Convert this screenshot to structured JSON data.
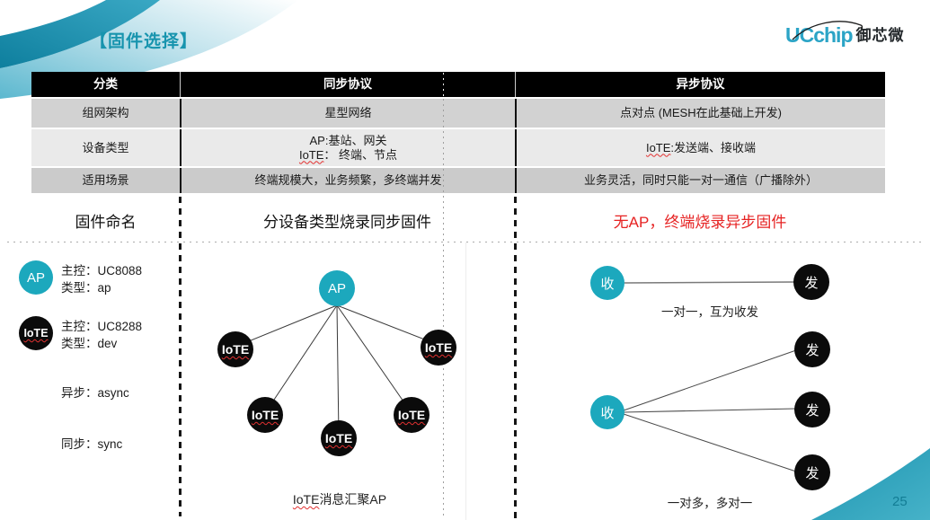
{
  "page": {
    "title": "【固件选择】",
    "page_number": "25"
  },
  "logo": {
    "brand": "UCchip",
    "brand_cn": "御芯微"
  },
  "colors": {
    "accent_teal": "#1ca8bd",
    "highlight_red": "#e62222",
    "header_black": "#000000"
  },
  "table": {
    "headers": [
      "分类",
      "同步协议",
      "异步协议"
    ],
    "rows": [
      {
        "label": "组网架构",
        "sync": "星型网络",
        "async": "点对点 (MESH在此基础上开发)"
      },
      {
        "label": "设备类型",
        "sync_line1": "AP:基站、网关",
        "sync_line2_prefix": "IoTE",
        "sync_line2_suffix": "： 终端、节点",
        "async_prefix": "IoTE",
        "async_suffix": ":发送端、接收端"
      },
      {
        "label": "适用场景",
        "sync": "终端规模大，业务频繁，多终端并发",
        "async": "业务灵活，同时只能一对一通信（广播除外）"
      }
    ]
  },
  "naming_row": {
    "category": "固件命名",
    "sync": "分设备类型烧录同步固件",
    "async": "无AP，终端烧录异步固件"
  },
  "legend": {
    "ap_badge": "AP",
    "ap_line1": "主控：UC8088",
    "ap_line2": "类型：ap",
    "iote_badge": "IoTE",
    "iote_line1": "主控：UC8288",
    "iote_line2": "类型：dev",
    "async_label": "异步：async",
    "sync_label": "同步：sync"
  },
  "star_diagram": {
    "hub": "AP",
    "leaf": "IoTE",
    "caption_prefix": "IoTE",
    "caption_suffix": "消息汇聚AP"
  },
  "duplex_diagram": {
    "receiver": "收",
    "sender": "发",
    "caption_pair": "一对一，互为收发",
    "caption_multi": "一对多，多对一"
  }
}
